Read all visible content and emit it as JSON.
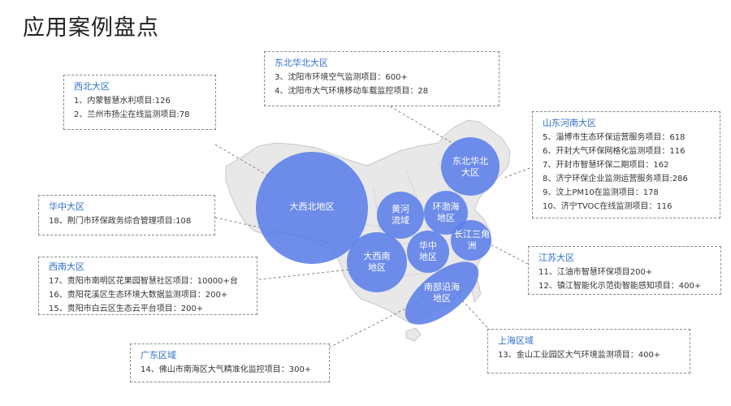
{
  "title": "应用案例盘点",
  "bubbles": {
    "northwest": "大西北地区",
    "yellow_river": "黄河\n流域",
    "bohai": "环渤海\n地区",
    "northeast": "东北华北\n大区",
    "yangtze": "长江三角\n洲",
    "central_china": "华中\n地区",
    "southwest": "大西南\n地区",
    "south_coast": "南部沿海\n地区"
  },
  "boxes": {
    "northeast": {
      "title": "东北华北大区",
      "items": [
        "3、沈阳市环境空气监测项目：600+",
        "4、沈阳市大气环境移动车载监控项目：28"
      ]
    },
    "northwest": {
      "title": "西北大区",
      "items": [
        "1、内蒙智慧水利项目:126",
        "2、兰州市扬尘在线监测项目:78"
      ]
    },
    "shandong_henan": {
      "title": "山东河南大区",
      "items": [
        "5、淄博市生态环保运营服务项目：618",
        "6、开封大气环保网格化监测项目：116",
        "7、开封市智慧环保二期项目：162",
        "8、济宁环保企业监测运营服务项目:286",
        "9、汶上PM10在监测项目：178",
        "10、济宁TVOC在线监测项目：116"
      ]
    },
    "central": {
      "title": "华中大区",
      "items": [
        "18、荆门市环保政务综合管理项目:108"
      ]
    },
    "southwest": {
      "title": "西南大区",
      "items": [
        "17、贵阳市南明区花果园智慧社区项目：10000+台",
        "16、贵阳花溪区生态环境大数据监测项目：200+",
        "15、贵阳市白云区生态云平台项目：200+"
      ]
    },
    "jiangsu": {
      "title": "江苏大区",
      "items": [
        "11、江油市智慧环保项目200+",
        "12、镇江智能化示范街智能感知项目：400+"
      ]
    },
    "guangdong": {
      "title": "广东区域",
      "items": [
        "14、佛山市南海区大气精准化监控项目：300+"
      ]
    },
    "shanghai": {
      "title": "上海区域",
      "items": [
        "13、金山工业园区大气环境监测项目：400+"
      ]
    }
  },
  "colors": {
    "bubble": "#5b7ee8",
    "box_title": "#2f6fcf",
    "map_fill": "#eaeaea"
  }
}
